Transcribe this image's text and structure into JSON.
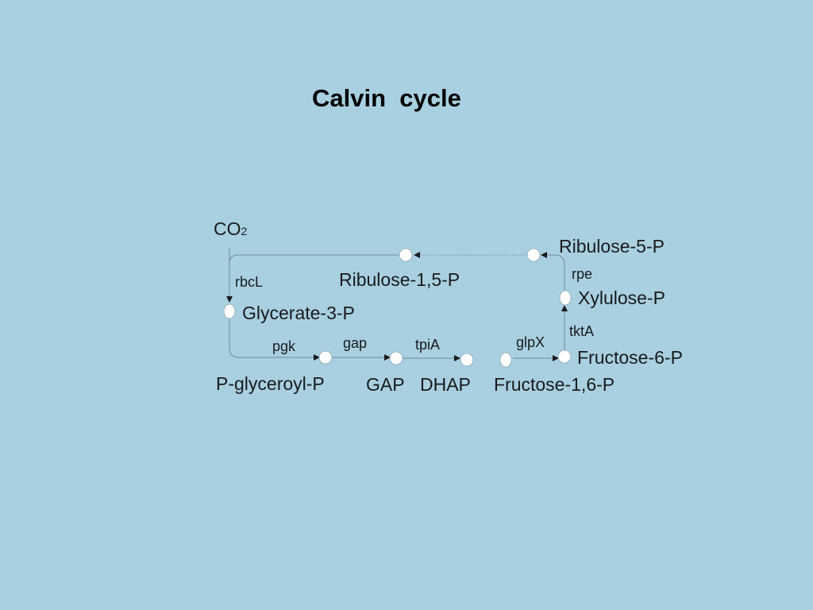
{
  "slide": {
    "title": "Calvin  cycle",
    "background": "#a8d0e1"
  },
  "diagram": {
    "co2": {
      "main": "CO",
      "subscript": "2"
    },
    "metabolites": {
      "ribulose_5_p": "Ribulose-5-P",
      "ribulose_1_5_p": "Ribulose-1,5-P",
      "glycerate_3_p": "Glycerate-3-P",
      "xylulose_p": "Xylulose-P",
      "fructose_6_p": "Fructose-6-P",
      "p_glyceroyl_p": "P-glyceroyl-P",
      "gap": "GAP",
      "dhap": "DHAP",
      "fructose_1_6_p": "Fructose-1,6-P"
    },
    "enzymes": {
      "rbcl": "rbcL",
      "rpe": "rpe",
      "tkta": "tktA",
      "pgk": "pgk",
      "gap": "gap",
      "tpia": "tpiA",
      "glpx": "glpX"
    }
  }
}
